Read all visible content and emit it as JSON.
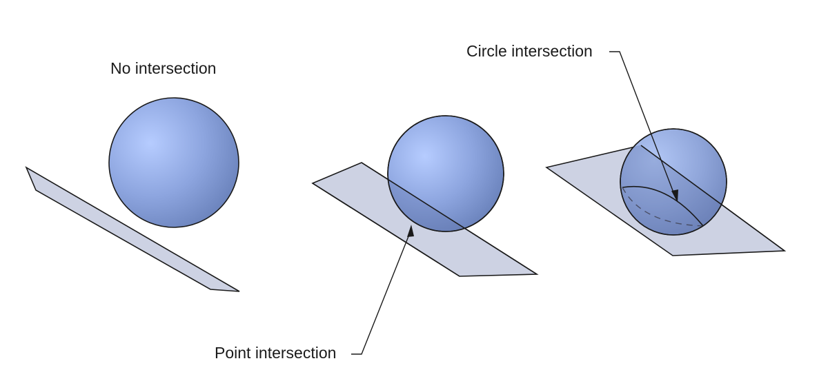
{
  "labels": {
    "no_intersection": "No intersection",
    "point_intersection": "Point intersection",
    "circle_intersection": "Circle intersection"
  },
  "colors": {
    "plane_fill": "#cdd2e3",
    "sphere_light": "#b6ccff",
    "sphere_dark": "#6a82bb",
    "outline": "#1a1a1a"
  }
}
